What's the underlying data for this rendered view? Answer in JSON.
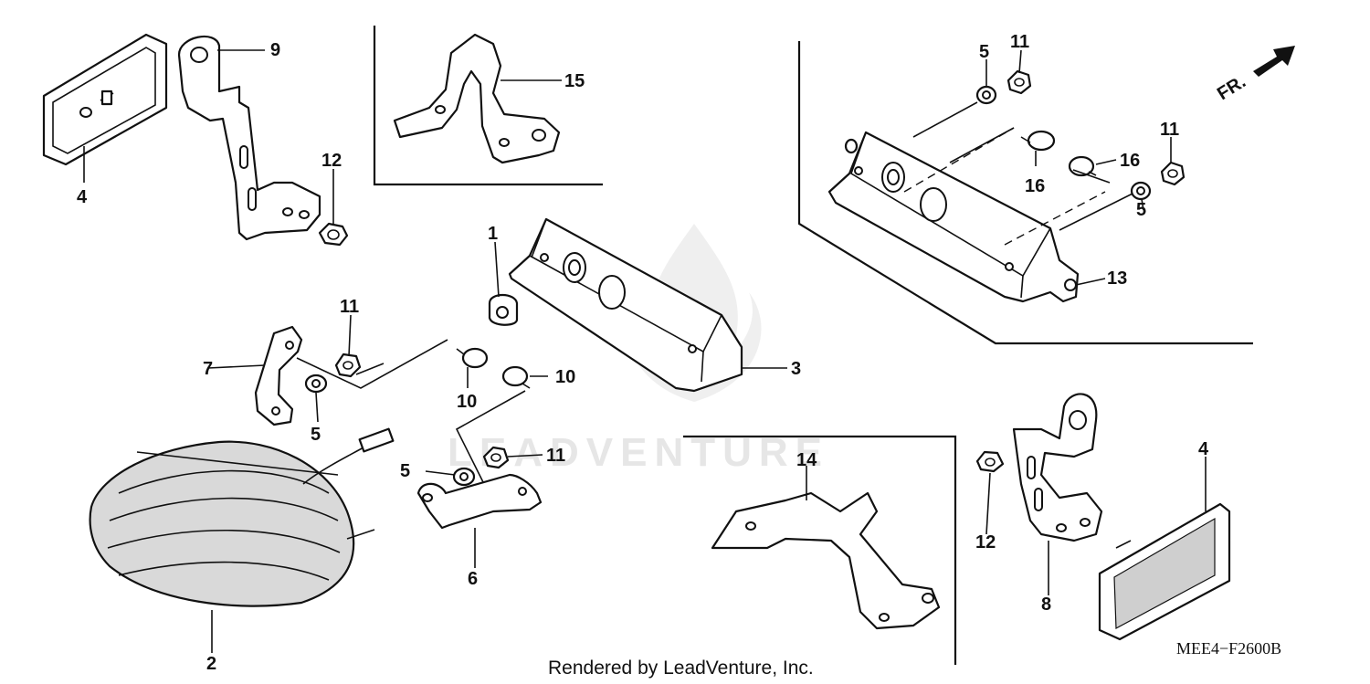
{
  "diagram": {
    "callouts": {
      "c9": "9",
      "c4a": "4",
      "c12a": "12",
      "c15": "15",
      "c5a": "5",
      "c11a": "11",
      "c16a": "16",
      "c16b": "16",
      "c11b": "11",
      "c5b": "5",
      "c13": "13",
      "c1": "1",
      "c11c": "11",
      "c7": "7",
      "c10a": "10",
      "c10b": "10",
      "c3": "3",
      "c5c": "5",
      "c5d": "5",
      "c11d": "11",
      "c6": "6",
      "c2": "2",
      "c14": "14",
      "c12b": "12",
      "c8": "8",
      "c4b": "4"
    },
    "direction_label": "FR.",
    "watermark": "LEADVENTURE",
    "credit": "Rendered by LeadVenture, Inc.",
    "code": "MEE4−F2600B"
  }
}
